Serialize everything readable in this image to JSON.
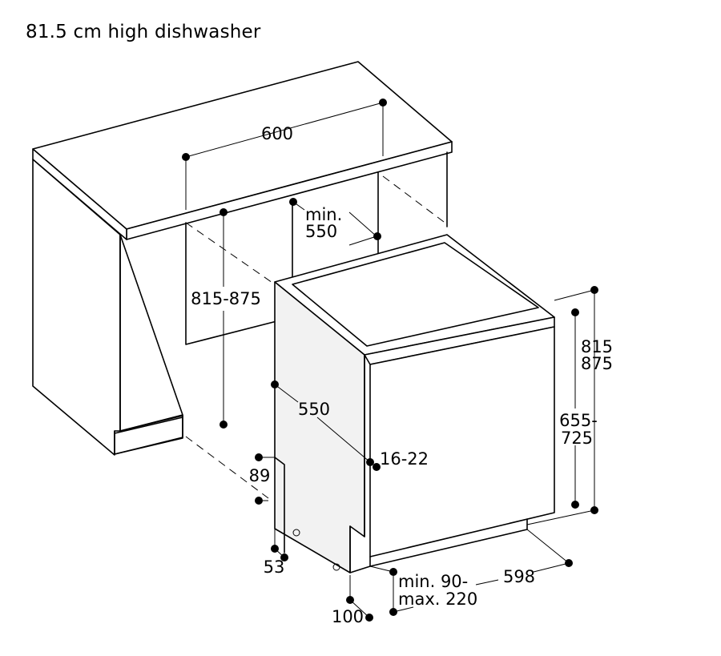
{
  "title": "81.5 cm high dishwasher",
  "dimensions": {
    "cabinet_width": "600",
    "niche_depth_min_line1": "min.",
    "niche_depth_min_line2": "550",
    "niche_height": "815-875",
    "appliance_height_line1": "815",
    "appliance_height_line2": "875",
    "door_height_line1": "655-",
    "door_height_line2": "725",
    "appliance_depth": "550",
    "door_thickness": "16-22",
    "plinth_height": "89",
    "plinth_gap": "53",
    "plinth_recess": "100",
    "plinth_depth_line1": "min. 90-",
    "plinth_depth_line2": "max. 220",
    "appliance_width": "598"
  }
}
